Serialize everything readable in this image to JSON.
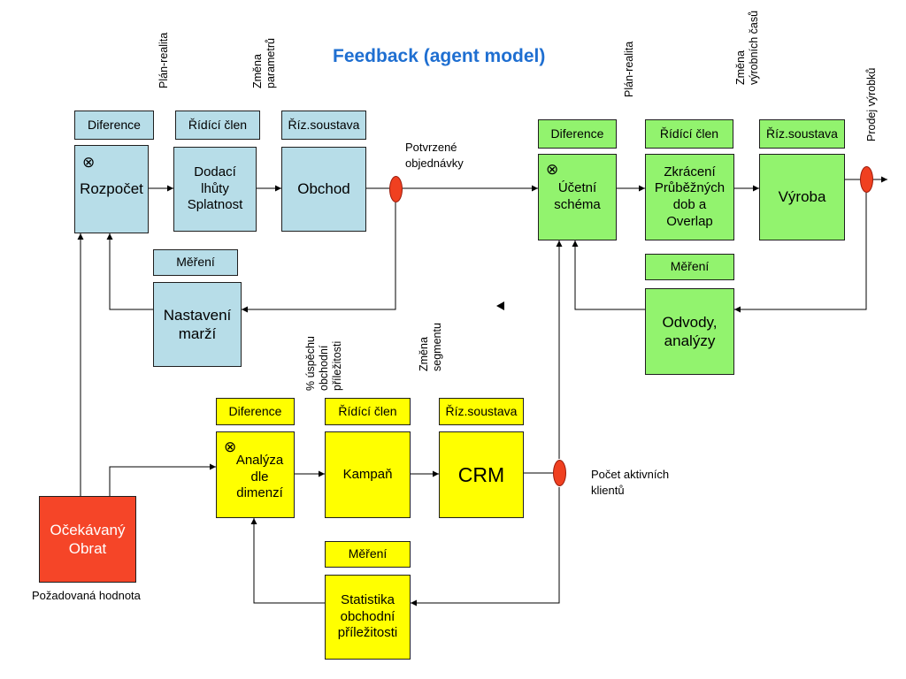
{
  "title": "Feedback (agent model)",
  "colors": {
    "blue_block": "#b7dde8",
    "green_block": "#92f36e",
    "yellow_block": "#ffff00",
    "red_block": "#f54528",
    "node": "#f04020",
    "title": "#1f6fd1"
  },
  "icons": {
    "comparator": "circled-times-icon",
    "node": "red-ellipse-node"
  },
  "blue_loop": {
    "headers": {
      "diference": "Diference",
      "ridici": "Řídící člen",
      "soustava": "Říz.soustava",
      "mereni": "Měření"
    },
    "rozpocet": "Rozpočet",
    "dodaci": "Dodací lhůty Splatnost",
    "obchod": "Obchod",
    "nastaveni": "Nastavení marží",
    "vlabel_plan": [
      "Plán-realita"
    ],
    "vlabel_zmena": [
      "Změna",
      "parametrů"
    ],
    "potvrzene": [
      "Potvrzené",
      "objednávky"
    ]
  },
  "green_loop": {
    "headers": {
      "diference": "Diference",
      "ridici": "Řídící člen",
      "soustava": "Říz.soustava",
      "mereni": "Měření"
    },
    "ucetni": "Účetní schéma",
    "zkraceni": "Zkrácení Průběžných dob a Overlap",
    "vyroba": "Výroba",
    "odvody": "Odvody, analýzy",
    "vlabel_plan": [
      "Plán-realita"
    ],
    "vlabel_zmena": [
      "Změna",
      "výrobních časů"
    ],
    "vlabel_prodej": [
      "Prodej  výrobků"
    ]
  },
  "yellow_loop": {
    "headers": {
      "diference": "Diference",
      "ridici": "Řídící člen",
      "soustava": "Říz.soustava",
      "mereni": "Měření"
    },
    "analyza": "Analýza dle dimenzí",
    "kampan": "Kampaň",
    "crm": "CRM",
    "statistika": "Statistika obchodní příležitosti",
    "vlabel_uspech": [
      "%  úspěchu",
      "obchodní",
      "příležitosti"
    ],
    "vlabel_segment": [
      "Změna",
      "segmentu"
    ],
    "pocet": [
      "Počet aktivních",
      "klientů"
    ]
  },
  "input": {
    "ocekavany": "Očekávaný Obrat",
    "pozadovana": "Požadovaná hodnota"
  }
}
